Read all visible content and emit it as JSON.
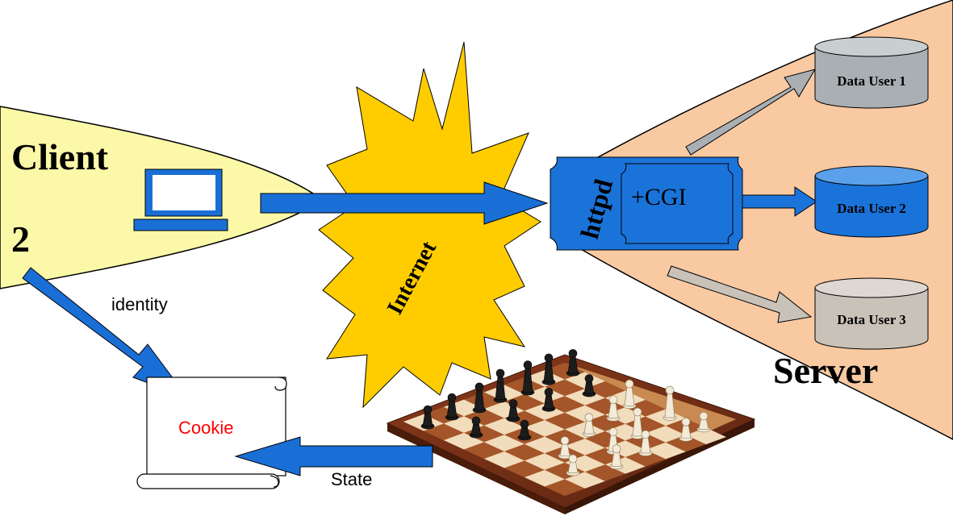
{
  "client": {
    "title": "Client",
    "number": "2",
    "identity_label": "identity",
    "color": "#fbf8a8"
  },
  "internet": {
    "label": "Internet",
    "color": "#ffcc00"
  },
  "server": {
    "title": "Server",
    "color": "#f9c9a2",
    "httpd_label": "httpd",
    "cgi_label": "+CGI",
    "databases": [
      {
        "label": "Data User 1",
        "color": "#a9afb3"
      },
      {
        "label": "Data User 2",
        "color": "#1a73d9"
      },
      {
        "label": "Data User 3",
        "color": "#c8c2b9"
      }
    ]
  },
  "cookie": {
    "label": "Cookie",
    "text_color": "#ff0000"
  },
  "state_label": "State",
  "arrow_color": "#1a6fd6",
  "chessboard_icon": "chessboard-icon",
  "laptop_icon": "laptop-icon"
}
